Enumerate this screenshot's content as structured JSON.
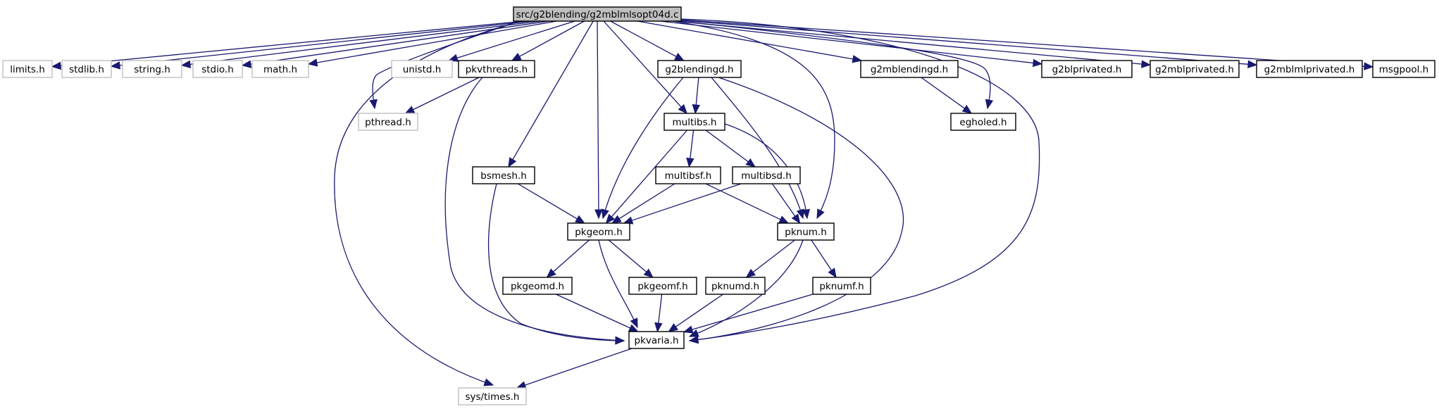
{
  "colors": {
    "edge": "#191970",
    "root_fill": "#bfbfbf",
    "system_border": "#bfbfbf",
    "local_border": "#000000"
  },
  "nodes": {
    "root": {
      "label": "src/g2blending/g2mblmlsopt04d.c",
      "kind": "root"
    },
    "limits": {
      "label": "limits.h",
      "kind": "system"
    },
    "stdlib": {
      "label": "stdlib.h",
      "kind": "system"
    },
    "string": {
      "label": "string.h",
      "kind": "system"
    },
    "stdio": {
      "label": "stdio.h",
      "kind": "system"
    },
    "math": {
      "label": "math.h",
      "kind": "system"
    },
    "unistd": {
      "label": "unistd.h",
      "kind": "system"
    },
    "pthread": {
      "label": "pthread.h",
      "kind": "system"
    },
    "systimes": {
      "label": "sys/times.h",
      "kind": "system"
    },
    "pkvthreads": {
      "label": "pkvthreads.h",
      "kind": "local"
    },
    "g2blendingd": {
      "label": "g2blendingd.h",
      "kind": "local"
    },
    "g2mblendingd": {
      "label": "g2mblendingd.h",
      "kind": "local"
    },
    "g2blprivated": {
      "label": "g2blprivated.h",
      "kind": "local"
    },
    "g2mblprivated": {
      "label": "g2mblprivated.h",
      "kind": "local"
    },
    "g2mblmlprivated": {
      "label": "g2mblmlprivated.h",
      "kind": "local"
    },
    "msgpool": {
      "label": "msgpool.h",
      "kind": "local"
    },
    "egholed": {
      "label": "egholed.h",
      "kind": "local"
    },
    "multibs": {
      "label": "multibs.h",
      "kind": "local"
    },
    "bsmesh": {
      "label": "bsmesh.h",
      "kind": "local"
    },
    "multibsf": {
      "label": "multibsf.h",
      "kind": "local"
    },
    "multibsd": {
      "label": "multibsd.h",
      "kind": "local"
    },
    "pkgeom": {
      "label": "pkgeom.h",
      "kind": "local"
    },
    "pknum": {
      "label": "pknum.h",
      "kind": "local"
    },
    "pkgeomd": {
      "label": "pkgeomd.h",
      "kind": "local"
    },
    "pkgeomf": {
      "label": "pkgeomf.h",
      "kind": "local"
    },
    "pknumd": {
      "label": "pknumd.h",
      "kind": "local"
    },
    "pknumf": {
      "label": "pknumf.h",
      "kind": "local"
    },
    "pkvaria": {
      "label": "pkvaria.h",
      "kind": "local"
    }
  },
  "edges": [
    [
      "root",
      "limits"
    ],
    [
      "root",
      "stdlib"
    ],
    [
      "root",
      "string"
    ],
    [
      "root",
      "stdio"
    ],
    [
      "root",
      "math"
    ],
    [
      "root",
      "unistd"
    ],
    [
      "root",
      "pthread"
    ],
    [
      "root",
      "systimes"
    ],
    [
      "root",
      "pkvthreads"
    ],
    [
      "root",
      "g2blendingd"
    ],
    [
      "root",
      "g2mblendingd"
    ],
    [
      "root",
      "g2blprivated"
    ],
    [
      "root",
      "g2mblprivated"
    ],
    [
      "root",
      "g2mblmlprivated"
    ],
    [
      "root",
      "msgpool"
    ],
    [
      "root",
      "egholed"
    ],
    [
      "root",
      "multibs"
    ],
    [
      "root",
      "bsmesh"
    ],
    [
      "root",
      "pkgeom"
    ],
    [
      "root",
      "pknum"
    ],
    [
      "root",
      "pkvaria"
    ],
    [
      "pkvthreads",
      "pthread"
    ],
    [
      "pkvthreads",
      "pkvaria"
    ],
    [
      "g2blendingd",
      "multibs"
    ],
    [
      "g2blendingd",
      "pkgeom"
    ],
    [
      "g2blendingd",
      "pknum"
    ],
    [
      "g2blendingd",
      "pkvaria"
    ],
    [
      "g2mblendingd",
      "egholed"
    ],
    [
      "multibs",
      "multibsf"
    ],
    [
      "multibs",
      "multibsd"
    ],
    [
      "multibs",
      "pkgeom"
    ],
    [
      "multibs",
      "pknum"
    ],
    [
      "bsmesh",
      "pkgeom"
    ],
    [
      "bsmesh",
      "pkvaria"
    ],
    [
      "multibsf",
      "pkgeom"
    ],
    [
      "multibsf",
      "pknum"
    ],
    [
      "multibsd",
      "pkgeom"
    ],
    [
      "multibsd",
      "pknum"
    ],
    [
      "pkgeom",
      "pkgeomd"
    ],
    [
      "pkgeom",
      "pkgeomf"
    ],
    [
      "pkgeom",
      "pkvaria"
    ],
    [
      "pknum",
      "pknumd"
    ],
    [
      "pknum",
      "pknumf"
    ],
    [
      "pknum",
      "pkvaria"
    ],
    [
      "pkgeomd",
      "pkvaria"
    ],
    [
      "pkgeomf",
      "pkvaria"
    ],
    [
      "pknumd",
      "pkvaria"
    ],
    [
      "pknumf",
      "pkvaria"
    ],
    [
      "pkvaria",
      "systimes"
    ]
  ]
}
